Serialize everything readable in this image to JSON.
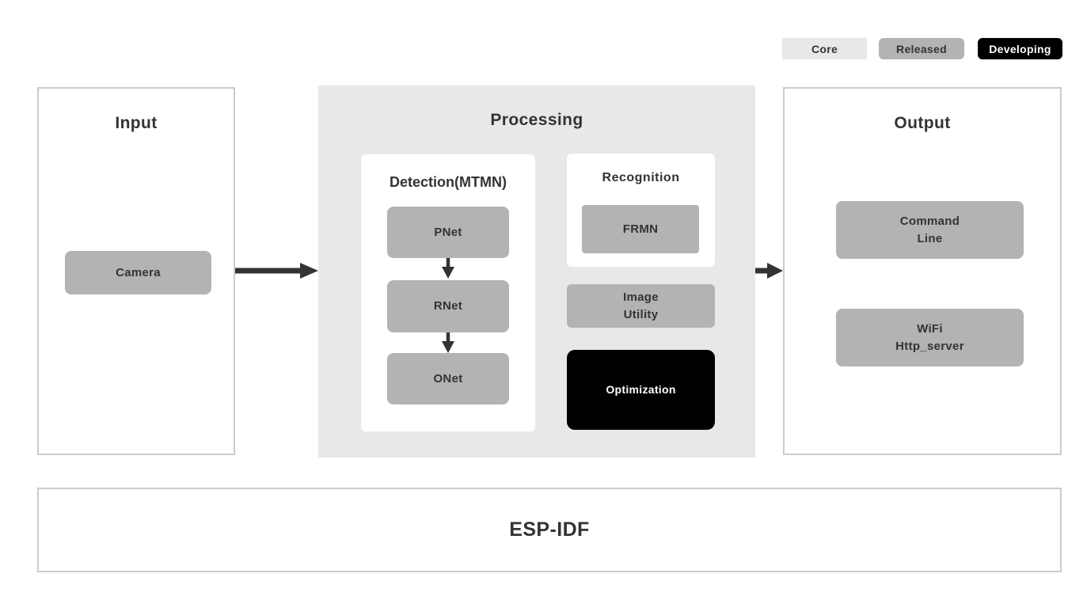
{
  "legend": {
    "items": [
      {
        "label": "Core",
        "fill": "#e8e8e8",
        "text_color": "#333333"
      },
      {
        "label": "Released",
        "fill": "#b3b3b3",
        "text_color": "#333333"
      },
      {
        "label": "Developing",
        "fill": "#000000",
        "text_color": "#ffffff"
      }
    ]
  },
  "panels": {
    "input": {
      "title": "Input",
      "nodes": [
        {
          "label": "Camera"
        }
      ]
    },
    "processing": {
      "title": "Processing",
      "detection": {
        "title": "Detection(MTMN)",
        "nodes": [
          {
            "label": "PNet"
          },
          {
            "label": "RNet"
          },
          {
            "label": "ONet"
          }
        ]
      },
      "recognition": {
        "title": "Recognition",
        "nodes": [
          {
            "label": "FRMN"
          }
        ]
      },
      "utilities": [
        {
          "label": "Image\nUtility"
        },
        {
          "label": "Optimization"
        }
      ]
    },
    "output": {
      "title": "Output",
      "nodes": [
        {
          "label": "Command\nLine"
        },
        {
          "label": "WiFi\nHttp_server"
        }
      ]
    },
    "platform": {
      "title": "ESP-IDF"
    }
  },
  "flow": [
    "Input -> Processing",
    "PNet -> RNet",
    "RNet -> ONet",
    "Processing -> Output"
  ],
  "colors": {
    "background": "#ffffff",
    "processing_background": "#e8e8e8",
    "node_fill": "#b3b3b3",
    "developing_fill": "#000000",
    "panel_border": "#cccccc",
    "text": "#333333",
    "arrow": "#333333"
  }
}
